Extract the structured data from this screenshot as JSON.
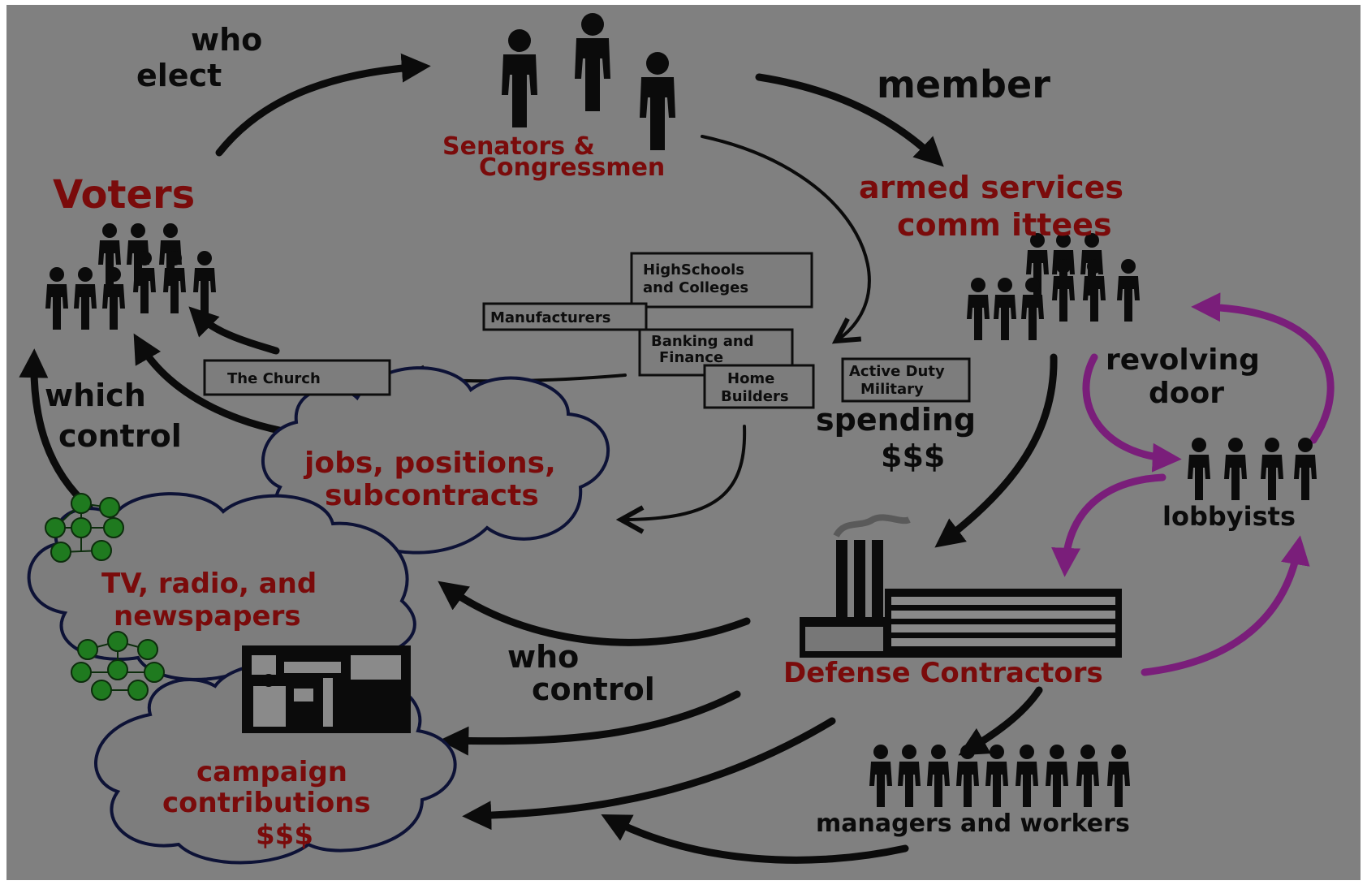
{
  "diagram": {
    "labels": {
      "who_elect": [
        "who",
        "elect"
      ],
      "member": "member",
      "senators": [
        "Senators &",
        "Congressmen"
      ],
      "armed_services": [
        "armed services",
        "comm ittees"
      ],
      "voters": "Voters",
      "which_control": [
        "which",
        "control"
      ],
      "revolving_door": [
        "revolving",
        "door"
      ],
      "spending": [
        "spending",
        "$$$"
      ],
      "lobbyists": "lobbyists",
      "who_control": [
        "who",
        "control"
      ],
      "defense_contractors": "Defense Contractors",
      "managers_workers": "managers and workers"
    },
    "boxes": {
      "highschools": [
        "HighSchools",
        "and Colleges"
      ],
      "manufacturers": "Manufacturers",
      "banking": [
        "Banking and",
        "Finance"
      ],
      "home_builders": [
        "Home",
        "Builders"
      ],
      "active_duty": [
        "Active Duty",
        "Military"
      ],
      "church": "The Church"
    },
    "clouds": {
      "jobs": [
        "jobs, positions,",
        "subcontracts"
      ],
      "media": [
        "TV, radio, and",
        "newspapers"
      ],
      "campaign": [
        "campaign",
        "contributions",
        "$$$"
      ]
    },
    "colors": {
      "background": "#808080",
      "text_black": "#0b0b0b",
      "text_red": "#7a0b0b",
      "arrow_purple": "#7a1e7a",
      "network_green": "#1f7a1f",
      "cloud_outline": "#0d1236"
    }
  }
}
